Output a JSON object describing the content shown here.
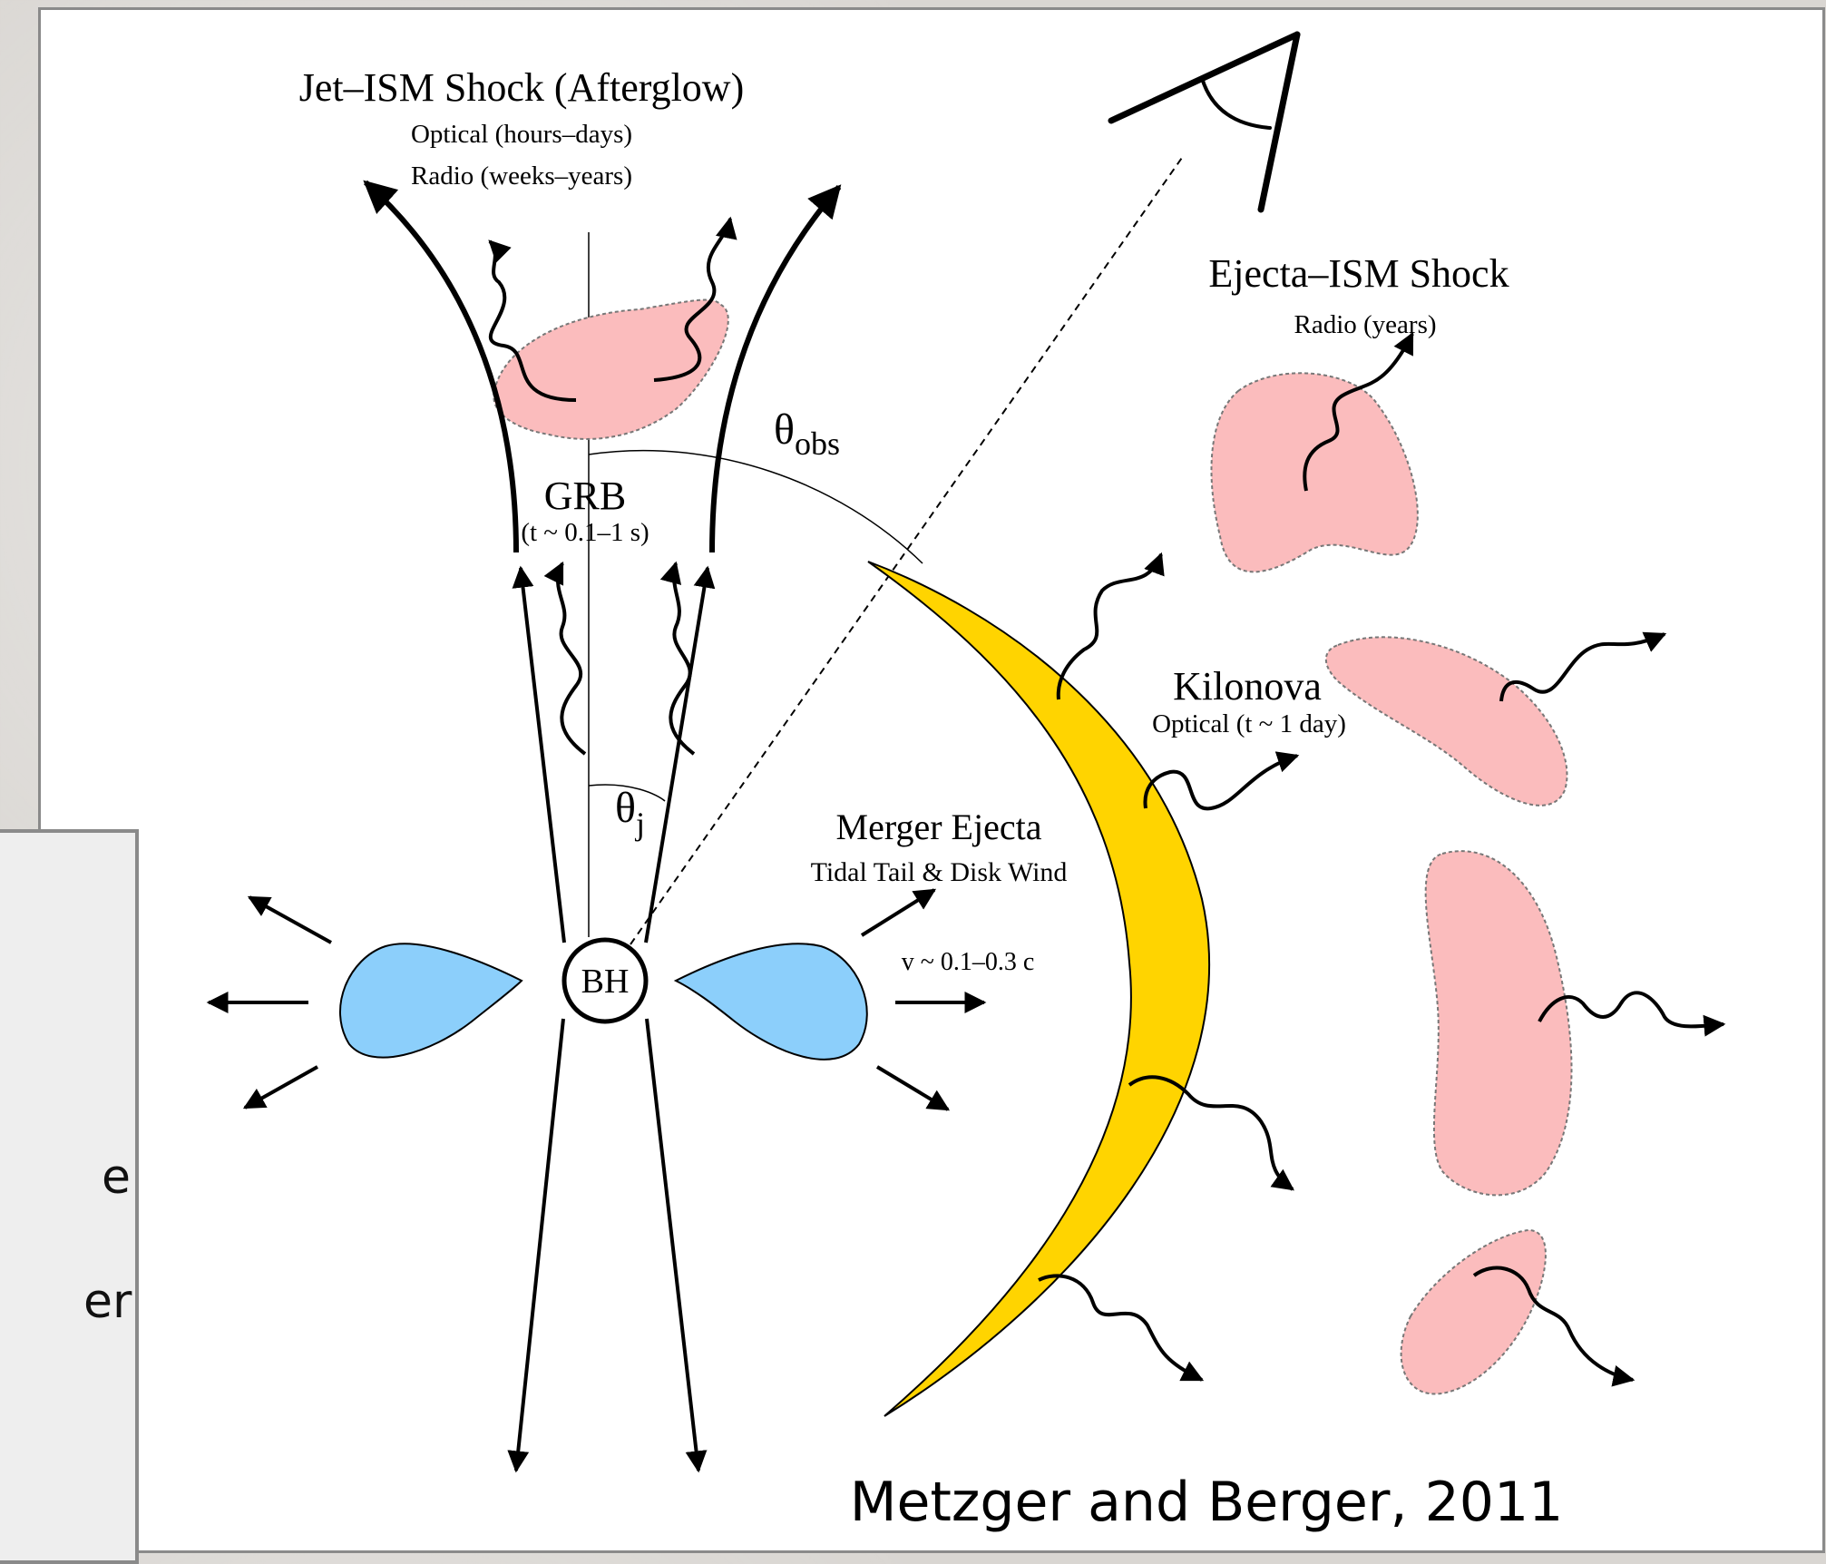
{
  "labels": {
    "jet_ism_shock": "Jet–ISM Shock (Afterglow)",
    "afterglow_optical": "Optical (hours–days)",
    "afterglow_radio": "Radio (weeks–years)",
    "ejecta_ism_shock": "Ejecta–ISM Shock",
    "ejecta_radio": "Radio (years)",
    "theta_obs_symbol": "θ",
    "theta_obs_sub": "obs",
    "grb": "GRB",
    "grb_time": "(t ~ 0.1–1 s)",
    "kilonova": "Kilonova",
    "kilonova_optical": "Optical (t ~ 1 day)",
    "theta_j_symbol": "θ",
    "theta_j_sub": "j",
    "merger_ejecta": "Merger Ejecta",
    "tidal_tail": "Tidal Tail & Disk Wind",
    "velocity": "v ~ 0.1–0.3 c",
    "bh": "BH",
    "credit": "Metzger and Berger, 2011"
  },
  "overlay_fragments": {
    "line1": "e",
    "line2": "er"
  },
  "colors": {
    "shock_pink": "#fbbcbd",
    "disk_blue": "#8ccffb",
    "ejecta_yellow": "#ffd400",
    "panel_border": "#8a8a8a"
  },
  "icons": {
    "observer": "observer-eye-icon"
  }
}
